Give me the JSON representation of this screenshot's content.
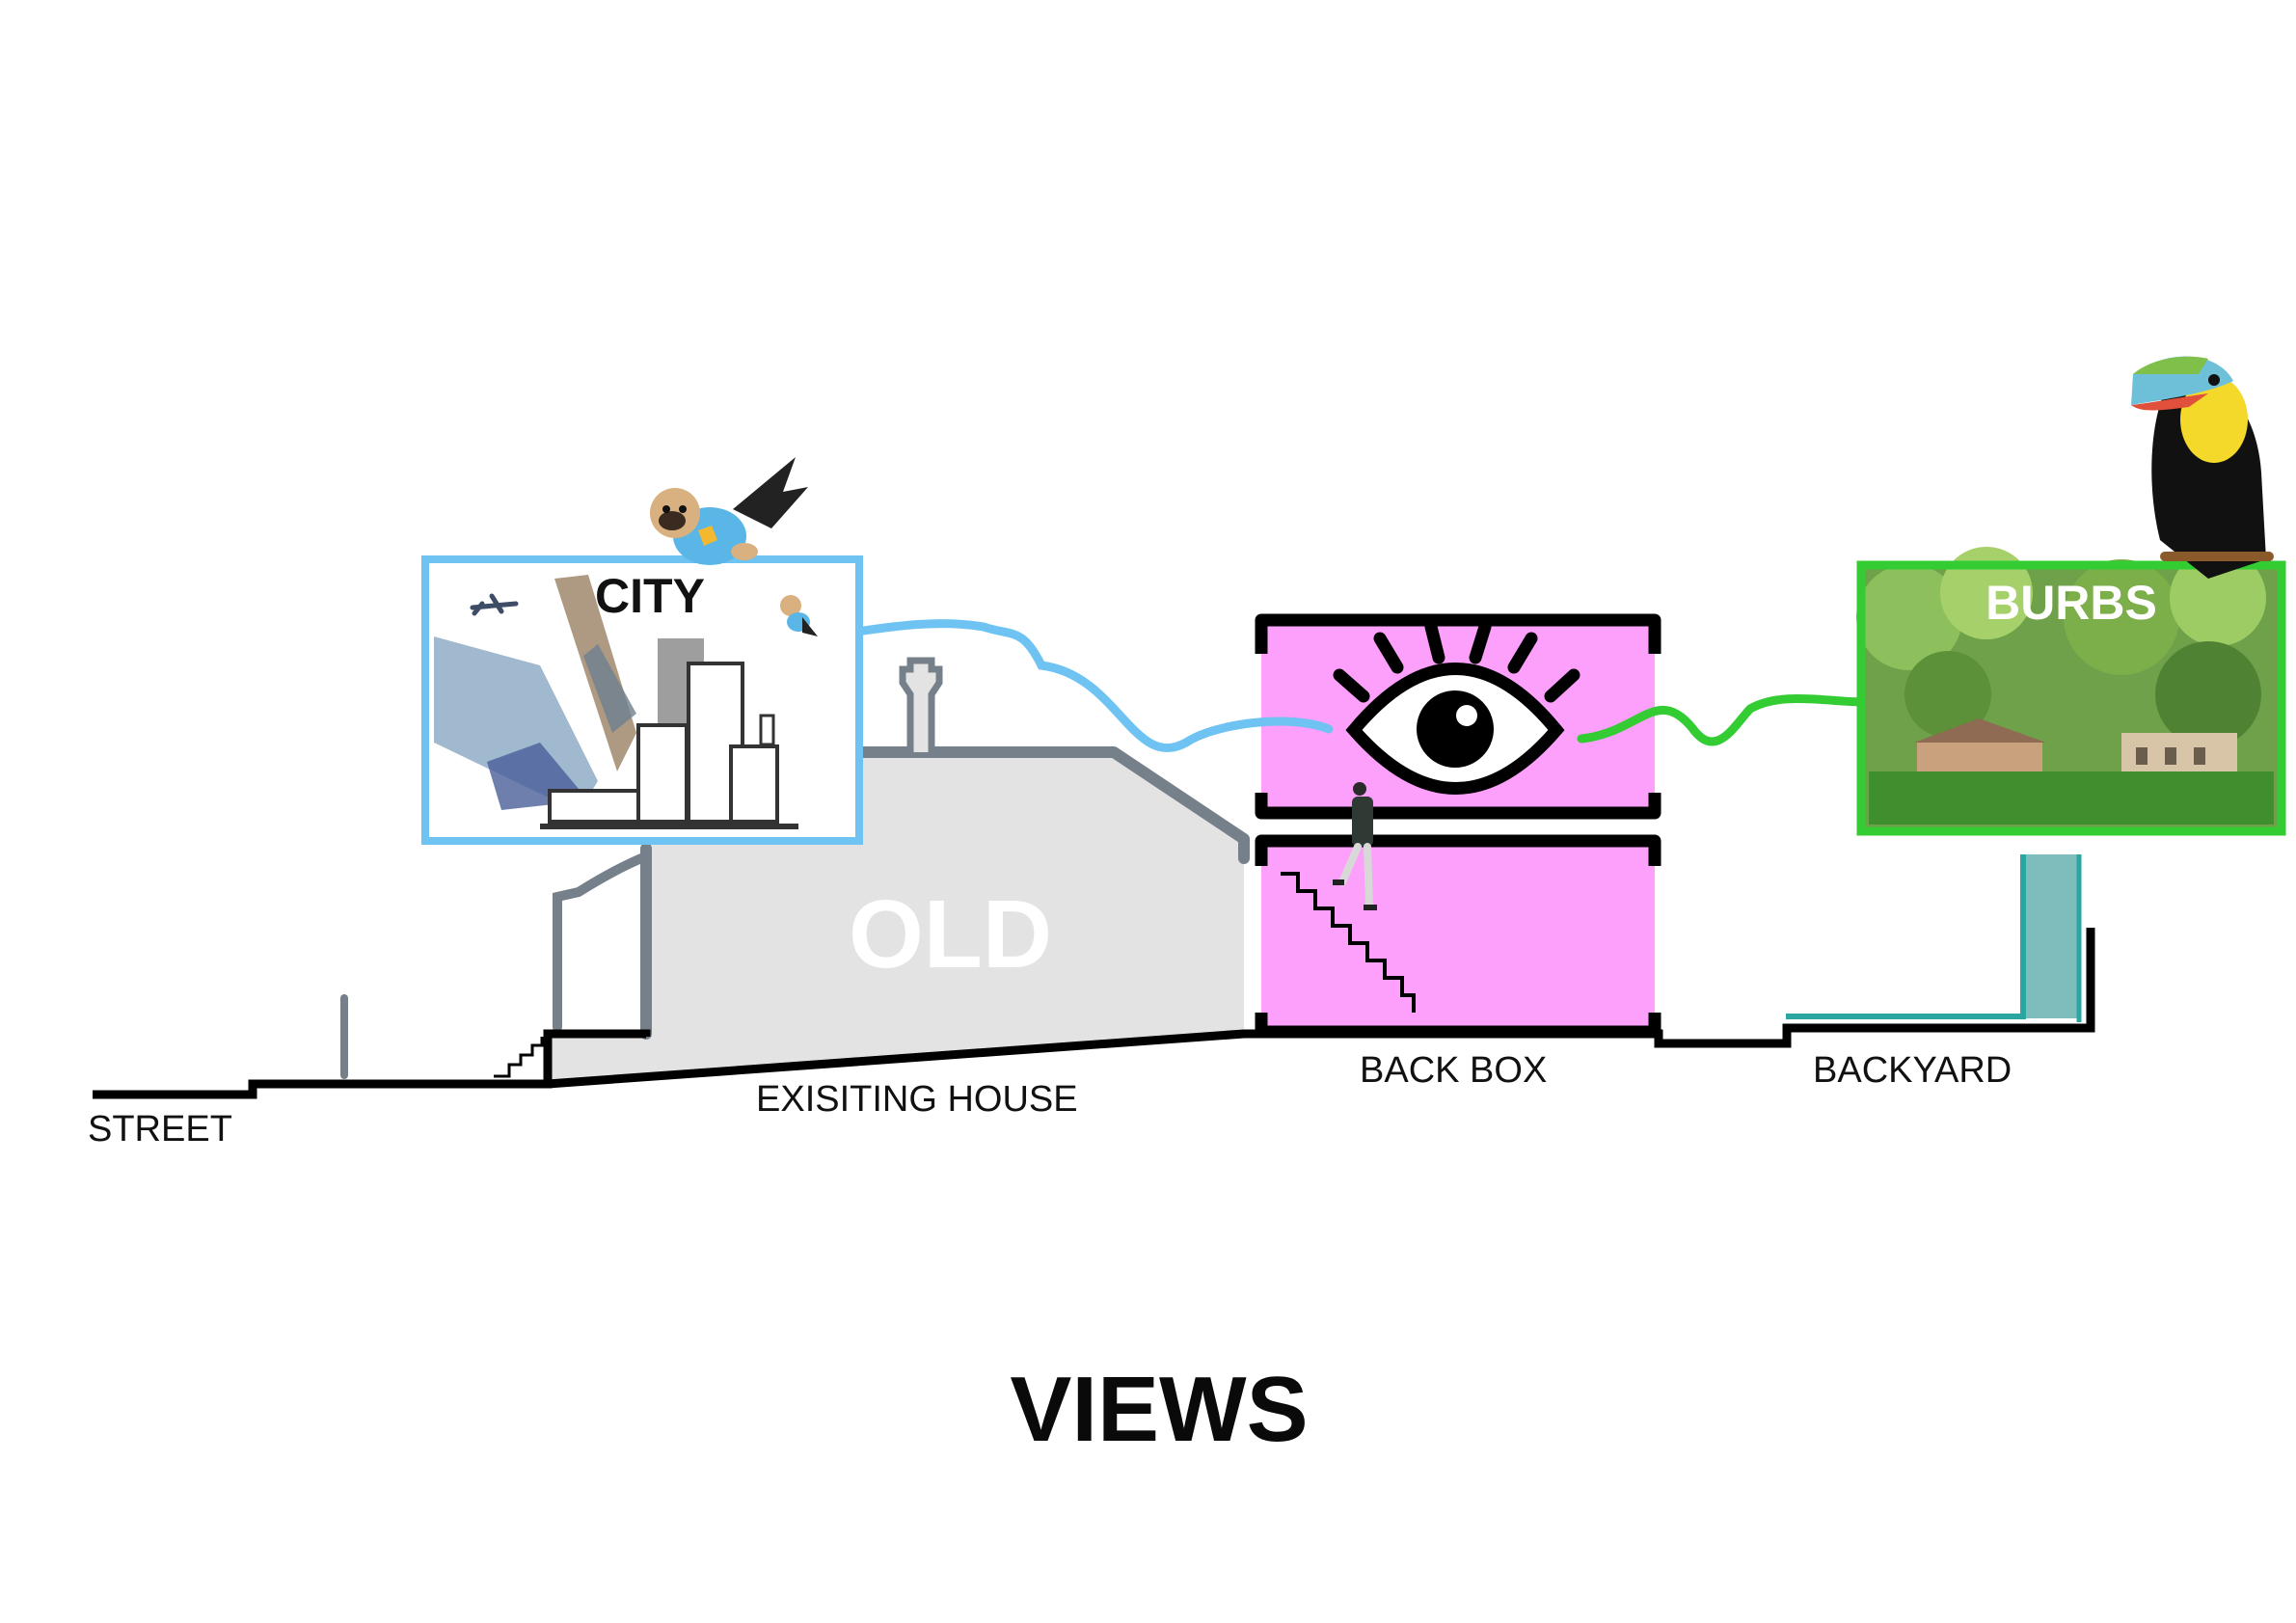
{
  "title": "VIEWS",
  "labels": {
    "street": "STREET",
    "existing_house": "EXISITING HOUSE",
    "back_box": "BACK BOX",
    "backyard": "BACKYARD",
    "old": "OLD"
  },
  "panels": {
    "city": {
      "label": "CITY",
      "color": "#6ec3f2"
    },
    "burbs": {
      "label": "BURBS",
      "color": "#33cc33"
    }
  },
  "colors": {
    "ground": "#000000",
    "existing_outline": "#75808a",
    "existing_fill": "#e3e3e3",
    "back_box_fill": "#fca0fb",
    "pool_water": "#7dbdbb",
    "pool_edge": "#2aa7a0",
    "city_view_line": "#6ec3f2",
    "burbs_view_line": "#33cc33"
  },
  "icons": [
    "eye-icon",
    "staircase-icon",
    "person-figure",
    "pug-superhero-figure",
    "toucan-figure",
    "city-skyline-icon",
    "airplane-icon"
  ]
}
